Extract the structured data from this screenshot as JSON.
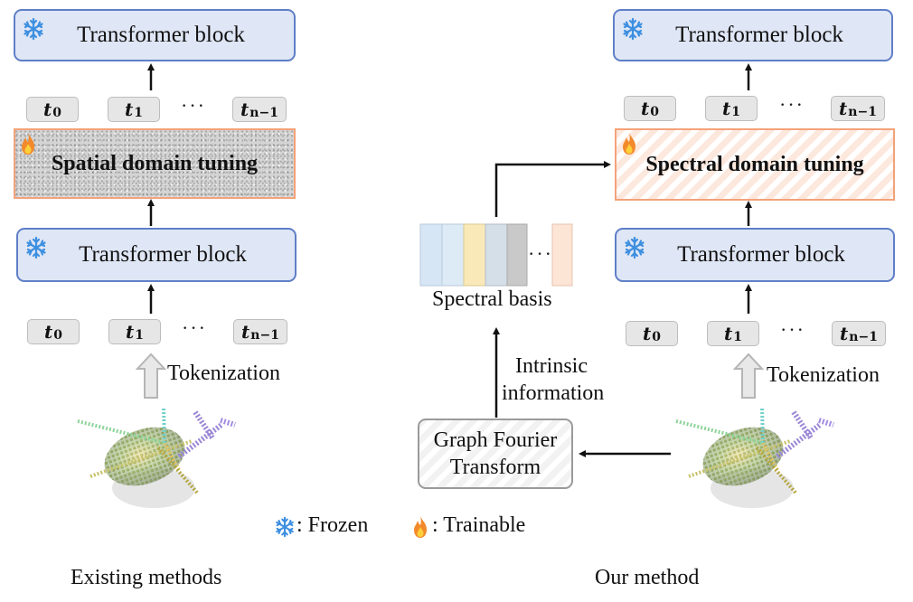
{
  "left": {
    "top_block": "Transformer block",
    "tuning": "Spatial domain tuning",
    "bottom_block": "Transformer block",
    "tokens_top": [
      "t",
      "t",
      "t"
    ],
    "tokens_top_subs": [
      "0",
      "1",
      "n−1"
    ],
    "tokens_bottom": [
      "t",
      "t",
      "t"
    ],
    "tokens_bottom_subs": [
      "0",
      "1",
      "n−1"
    ],
    "ellipsis": "···",
    "tokenization": "Tokenization",
    "caption": "Existing methods"
  },
  "middle": {
    "spectral_basis": "Spectral basis",
    "basis_ellipsis": "···",
    "intrinsic_line1": "Intrinsic",
    "intrinsic_line2": "information",
    "gft_line1": "Graph Fourier",
    "gft_line2": "Transform",
    "basis_colors": [
      "#d6e6f5",
      "#dcebf5",
      "#fae9b8",
      "#d5dfe8",
      "#c9c9c9",
      "#fde5d6"
    ]
  },
  "right": {
    "top_block": "Transformer block",
    "tuning": "Spectral domain tuning",
    "bottom_block": "Transformer block",
    "tokens_top": [
      "t",
      "t",
      "t"
    ],
    "tokens_top_subs": [
      "0",
      "1",
      "n−1"
    ],
    "tokens_bottom": [
      "t",
      "t",
      "t"
    ],
    "tokens_bottom_subs": [
      "0",
      "1",
      "n−1"
    ],
    "ellipsis": "···",
    "tokenization": "Tokenization",
    "caption": "Our method"
  },
  "legend": {
    "frozen": ": Frozen",
    "trainable": ": Trainable"
  },
  "colors": {
    "block_fill": "#dfe6f5",
    "block_border": "#5f7fc7",
    "tuning_border": "#f3a27a",
    "snowflake": "#3d8fe0",
    "flame": "#f28a2c"
  },
  "icons": [
    "snowflake-icon",
    "flame-icon",
    "point-cloud-helicopter"
  ]
}
